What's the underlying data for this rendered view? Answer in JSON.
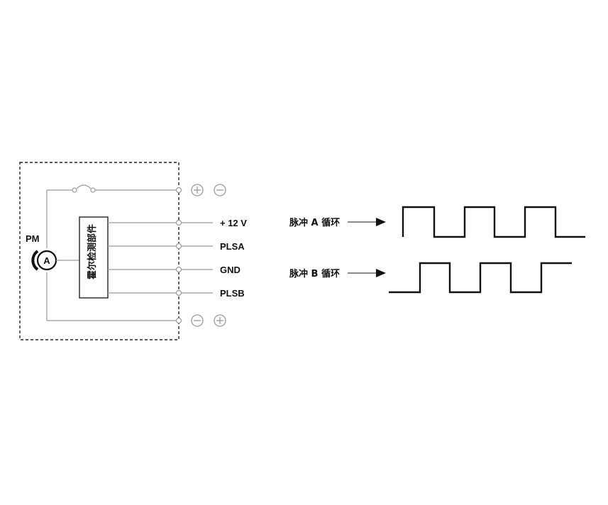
{
  "diagram": {
    "motor_label": "PM",
    "ammeter_label": "A",
    "sensor_label": "霍尔检测部件",
    "terminals": [
      "+ 12 V",
      "PLSA",
      "GND",
      "PLSB"
    ],
    "pulse_a_label": "脉冲 A 循环",
    "pulse_b_label": "脉冲 B 循环"
  },
  "colors": {
    "line": "#9a9a9a",
    "ink": "#111111"
  }
}
